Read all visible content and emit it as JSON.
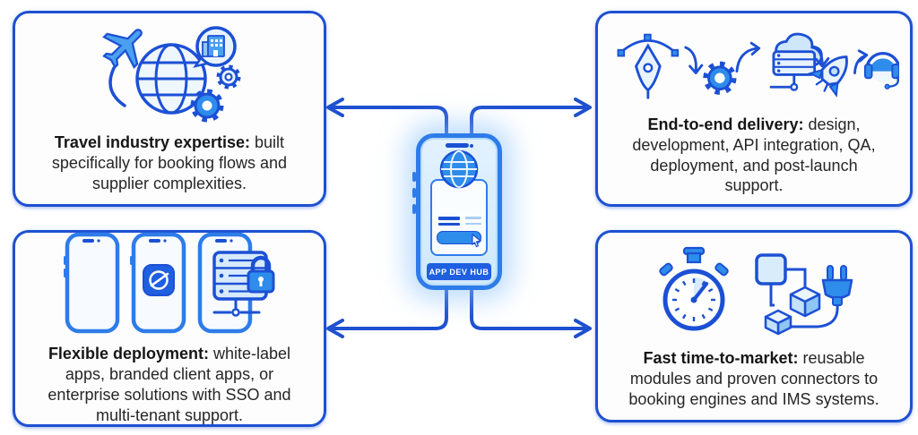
{
  "page": {
    "background": "#ffffff",
    "accent_blue": "#1e50d0",
    "icon_blue": "#2e8ceb",
    "icon_light_blue": "#d9ecfc",
    "text_color": "#262626"
  },
  "center_hub": {
    "badge_label": "APP DEV HUB",
    "device": "smartphone-illustration",
    "icons": [
      "globe-icon",
      "text-lines",
      "button-with-cursor-icon"
    ]
  },
  "boxes": [
    {
      "id": "travel-expertise",
      "title": "Travel industry expertise:",
      "body": "built specifically for booking flows and supplier complexities.",
      "icons": [
        "airplane-icon",
        "globe-icon",
        "building-badge-icon",
        "gear-icon",
        "gear-icon"
      ]
    },
    {
      "id": "end-to-end-delivery",
      "title": "End-to-end delivery:",
      "body": "design, development, API integration, QA, deployment, and post-launch support.",
      "icons": [
        "pen-tool-icon",
        "flow-arrow-icon",
        "gear-icon",
        "cloud-server-icon",
        "rocket-icon",
        "headset-agent-icon"
      ]
    },
    {
      "id": "flexible-deployment",
      "title": "Flexible deployment:",
      "body": "white-label apps, branded client apps, or enterprise solutions with SSO and multi-tenant support.",
      "icons": [
        "phone-icon",
        "branded-app-phone-icon",
        "server-lock-phone-icon"
      ]
    },
    {
      "id": "fast-time-to-market",
      "title": "Fast time-to-market:",
      "body": "reusable modules and proven connectors to booking engines and IMS systems.",
      "icons": [
        "stopwatch-icon",
        "modules-icon",
        "plug-icon"
      ]
    }
  ]
}
